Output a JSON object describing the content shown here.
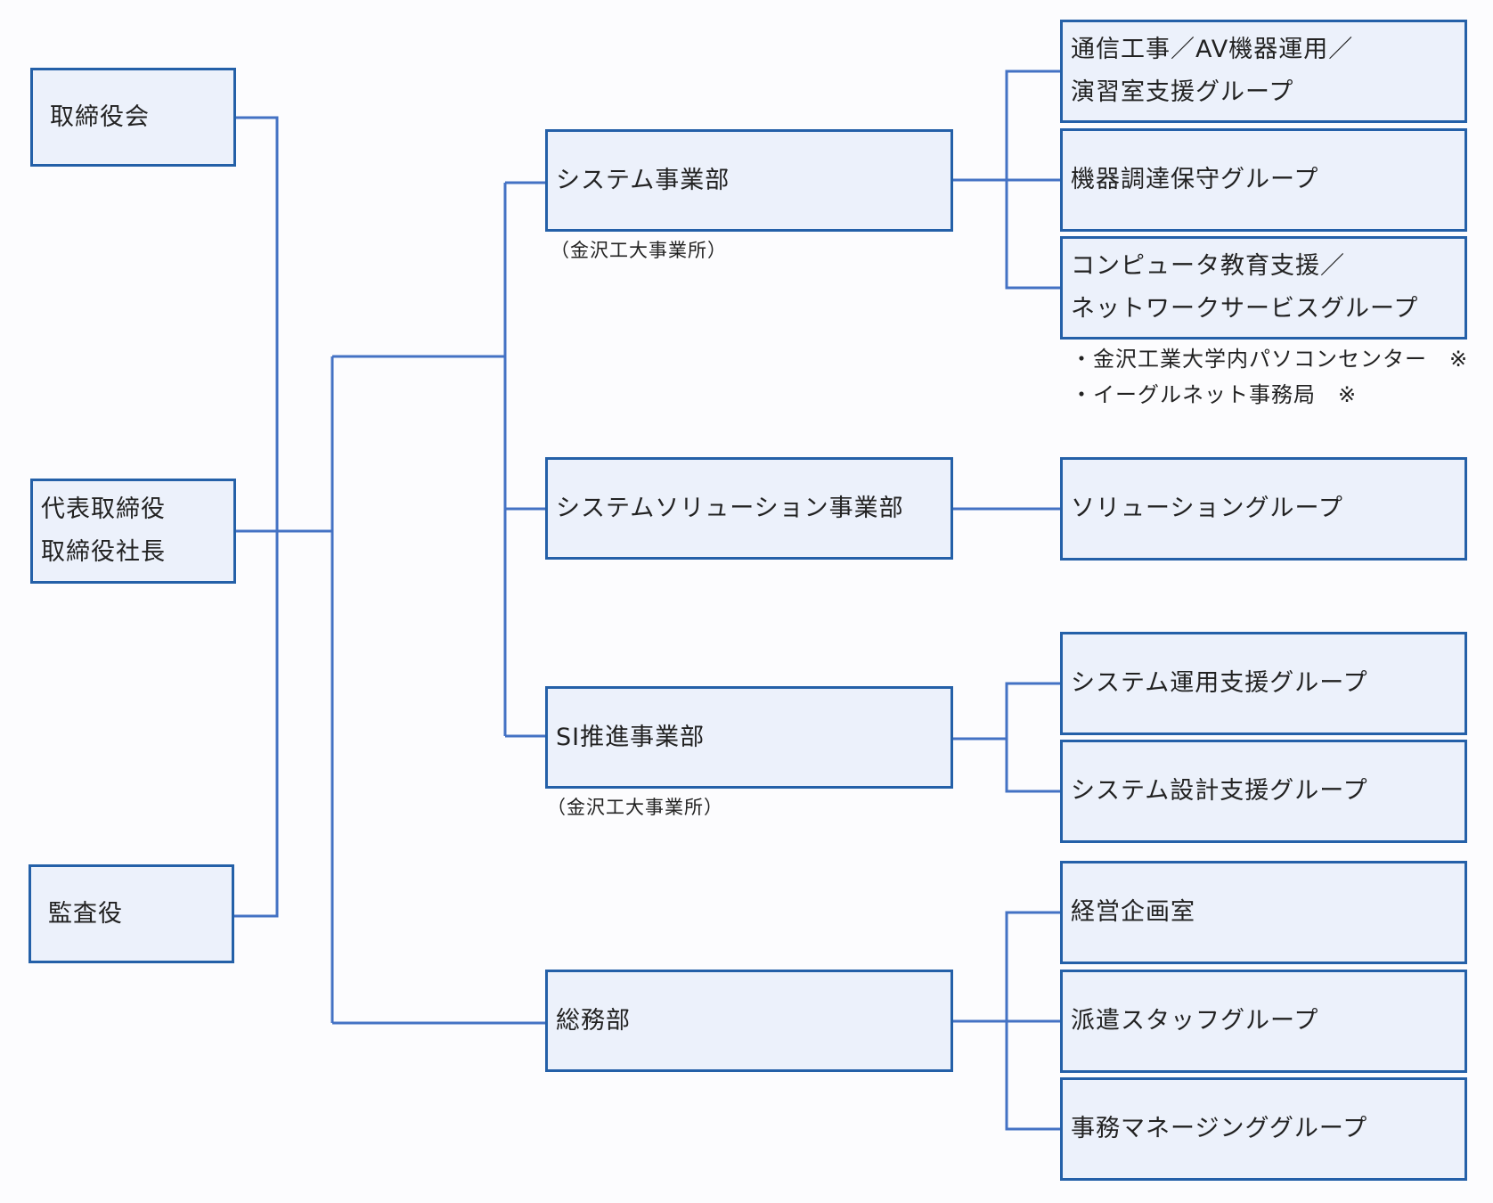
{
  "board": "取締役会",
  "president": [
    "代表取締役",
    "取締役社長"
  ],
  "auditor": "監査役",
  "divisions": {
    "system": {
      "name": "システム事業部",
      "location": "（金沢工大事業所）"
    },
    "solution": {
      "name": "システムソリューション事業部"
    },
    "si": {
      "name": "SI推進事業部",
      "location": "（金沢工大事業所）"
    },
    "general": {
      "name": "総務部"
    }
  },
  "groups": {
    "comm_av": [
      "通信工事／AV機器運用／",
      "演習室支援グループ"
    ],
    "equipment": "機器調達保守グループ",
    "computer_edu": [
      "コンピュータ教育支援／",
      "ネットワークサービスグループ"
    ],
    "solution": "ソリューショングループ",
    "sys_ops": "システム運用支援グループ",
    "sys_design": "システム設計支援グループ",
    "planning": "経営企画室",
    "staffing": "派遣スタッフグループ",
    "office_mgmt": "事務マネージンググループ"
  },
  "notes": [
    "・金沢工業大学内パソコンセンター　※",
    "・イーグルネット事務局　※"
  ],
  "colors": {
    "line": "#4472c4",
    "box_border": "#2460a8",
    "box_fill": "#ecf1fb"
  }
}
